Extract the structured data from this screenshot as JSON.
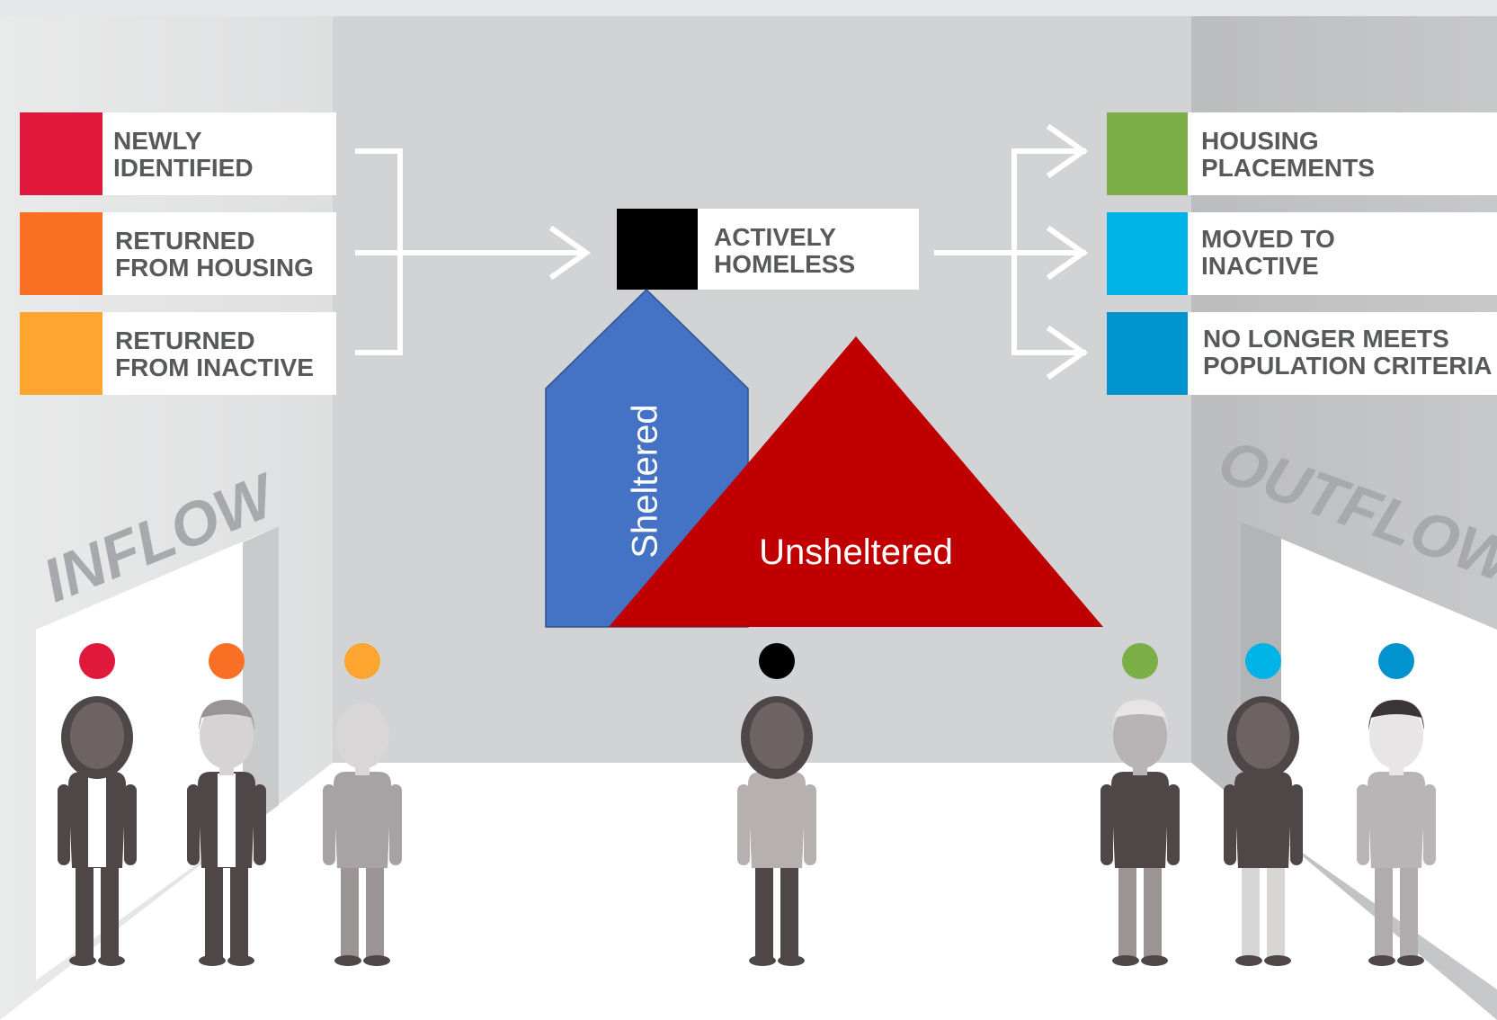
{
  "inflow": {
    "heading": "INFLOW",
    "items": [
      {
        "line1": "NEWLY",
        "line2": "IDENTIFIED",
        "color": "#e0183c"
      },
      {
        "line1": "RETURNED",
        "line2": "FROM HOUSING",
        "color": "#f96f23"
      },
      {
        "line1": "RETURNED",
        "line2": "FROM INACTIVE",
        "color": "#fda52e"
      }
    ]
  },
  "center": {
    "line1": "ACTIVELY",
    "line2": "HOMELESS",
    "color": "#000000",
    "sheltered_label": "Sheltered",
    "sheltered_color": "#4472c4",
    "unsheltered_label": "Unsheltered",
    "unsheltered_color": "#c00000"
  },
  "outflow": {
    "heading": "OUTFLOW",
    "items": [
      {
        "line1": "HOUSING",
        "line2": "PLACEMENTS",
        "color": "#7daf48"
      },
      {
        "line1": "MOVED TO",
        "line2": "INACTIVE",
        "color": "#00b3e6"
      },
      {
        "line1": "NO LONGER MEETS",
        "line2": "POPULATION CRITERIA",
        "color": "#0193cd"
      }
    ]
  },
  "people": [
    {
      "icon": "woman-icon",
      "dot": "#e0183c"
    },
    {
      "icon": "man-jacket-icon",
      "dot": "#f96f23"
    },
    {
      "icon": "man-icon",
      "dot": "#fda52e"
    },
    {
      "icon": "woman-headband-icon",
      "dot": "#000000"
    },
    {
      "icon": "older-man-icon",
      "dot": "#7daf48"
    },
    {
      "icon": "woman-curly-hair-icon",
      "dot": "#00b3e6"
    },
    {
      "icon": "young-man-icon",
      "dot": "#0193cd"
    }
  ]
}
